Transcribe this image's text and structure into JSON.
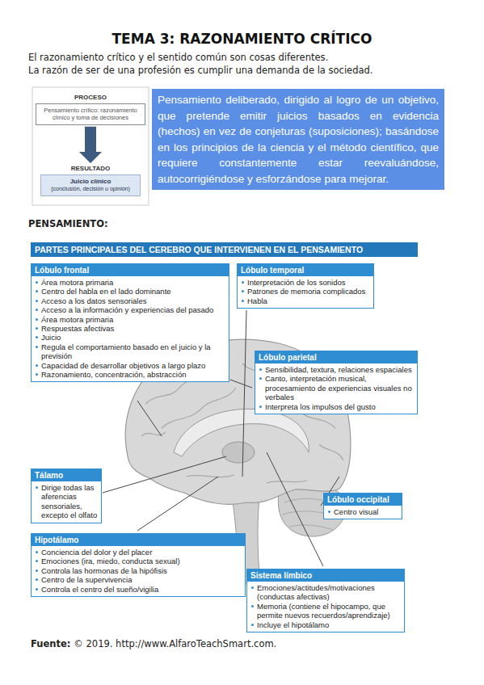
{
  "diagram": {
    "title": "TEMA 3: RAZONAMIENTO CRÍTICO",
    "nodes": [
      {
        "text": [
          "PROCESO",
          "Pensamiento crítico: razonamiento clínico y toma de decisiones"
        ]
      },
      {
        "text": [
          "RESULTADO",
          "Juicio clínico",
          "(conclusión, decisión u opinión)"
        ]
      },
      {
        "text": [
          "Pensamiento deliberado, dirigido al logro de un objetivo, que pretende emitir juicios basados en evidencia (hechos) en vez de conjeturas (suposiciones); basándose en los principios de la ciencia y el método científico, que requiere constantemente estar reevaluándose, autocorrigiéndose y esforzándose para mejorar."
        ]
      },
      {
        "text": [
          "PARTES PRINCIPALES DEL CEREBRO QUE INTERVIENEN EN EL PENSAMIENTO"
        ]
      },
      {
        "text": [
          "Lóbulo frontal",
          "Área motora primaria",
          "Centro del habla en el lado dominante",
          "Acceso a los datos sensoriales",
          "Acceso a la información y experiencias del pasado",
          "Área motora primaria",
          "Respuestas afectivas",
          "Juicio",
          "Regula el comportamiento basado en el juicio y la previsión",
          "Capacidad de desarrollar objetivos a largo plazo",
          "Razonamiento, concentración, abstracción"
        ]
      },
      {
        "text": [
          "Lóbulo temporal",
          "Interpretación de los sonidos",
          "Patrones de memoria complicados",
          "Habla"
        ]
      },
      {
        "text": [
          "Lóbulo parietal",
          "Sensibilidad, textura, relaciones espaciales",
          "Canto, interpretación musical, procesamiento de experiencias visuales no verbales",
          "Interpreta los impulsos del gusto"
        ]
      },
      {
        "text": [
          "Tálamo",
          "Dirige todas las aferencias sensoriales, excepto el olfato"
        ]
      },
      {
        "text": [
          "Lóbulo occipital",
          "Centro visual"
        ]
      },
      {
        "text": [
          "Hipotálamo",
          "Conciencia del dolor y del placer",
          "Emociones (ira, miedo, conducta sexual)",
          "Controla las hormonas de la hipófisis",
          "Centro de la supervivencia",
          "Controla el centro del sueño/vigilia"
        ]
      },
      {
        "text": [
          "Sistema límbico",
          "Emociones/actitudes/motivaciones (conductas afectivas)",
          "Memoria (contiene el hipocampo, que permite nuevos recuerdos/aprendizaje)",
          "Incluye el hipotálamo"
        ]
      }
    ],
    "edges": [
      {
        "from": 0,
        "to": 1,
        "arrow": "to"
      }
    ],
    "labels": [
      "El razonamiento crítico y el sentido común son cosas diferentes.",
      "La razón de ser de una profesión es cumplir una demanda de la sociedad.",
      "PENSAMIENTO:",
      "Fuente:",
      "© 2019. http://www.AlfaroTeachSmart.com."
    ]
  }
}
